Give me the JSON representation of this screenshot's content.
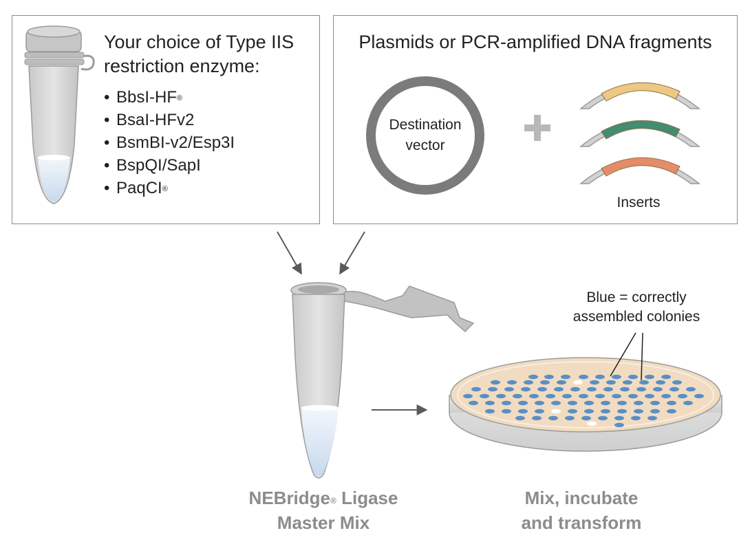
{
  "enzyme_box": {
    "title_line1": "Your choice of Type IIS",
    "title_line2": "restriction enzyme:",
    "bullet": "•",
    "enzymes": [
      {
        "name": "BbsI-HF",
        "mark": "®"
      },
      {
        "name": "BsaI-HFv2",
        "mark": ""
      },
      {
        "name": "BsmBI-v2/Esp3I",
        "mark": ""
      },
      {
        "name": "BspQI/SapI",
        "mark": ""
      },
      {
        "name": "PaqCI",
        "mark": "®"
      }
    ]
  },
  "dna_box": {
    "title": "Plasmids or PCR-amplified DNA fragments",
    "vector_line1": "Destination",
    "vector_line2": "vector",
    "plus": "+",
    "inserts_label": "Inserts",
    "insert_colors": [
      "#eec980",
      "#3c8a6c",
      "#e58a63"
    ]
  },
  "plate": {
    "label_line1": "Blue = correctly",
    "label_line2": "assembled colonies",
    "colony_blue": "#5a8fc6",
    "colony_white": "#ffffff",
    "agar_color": "#f1dcc2"
  },
  "captions": {
    "ligase_line1_a": "NEBridge",
    "ligase_mark": "®",
    "ligase_line1_b": " Ligase",
    "ligase_line2": "Master Mix",
    "transform_line1": "Mix, incubate",
    "transform_line2": "and transform"
  }
}
